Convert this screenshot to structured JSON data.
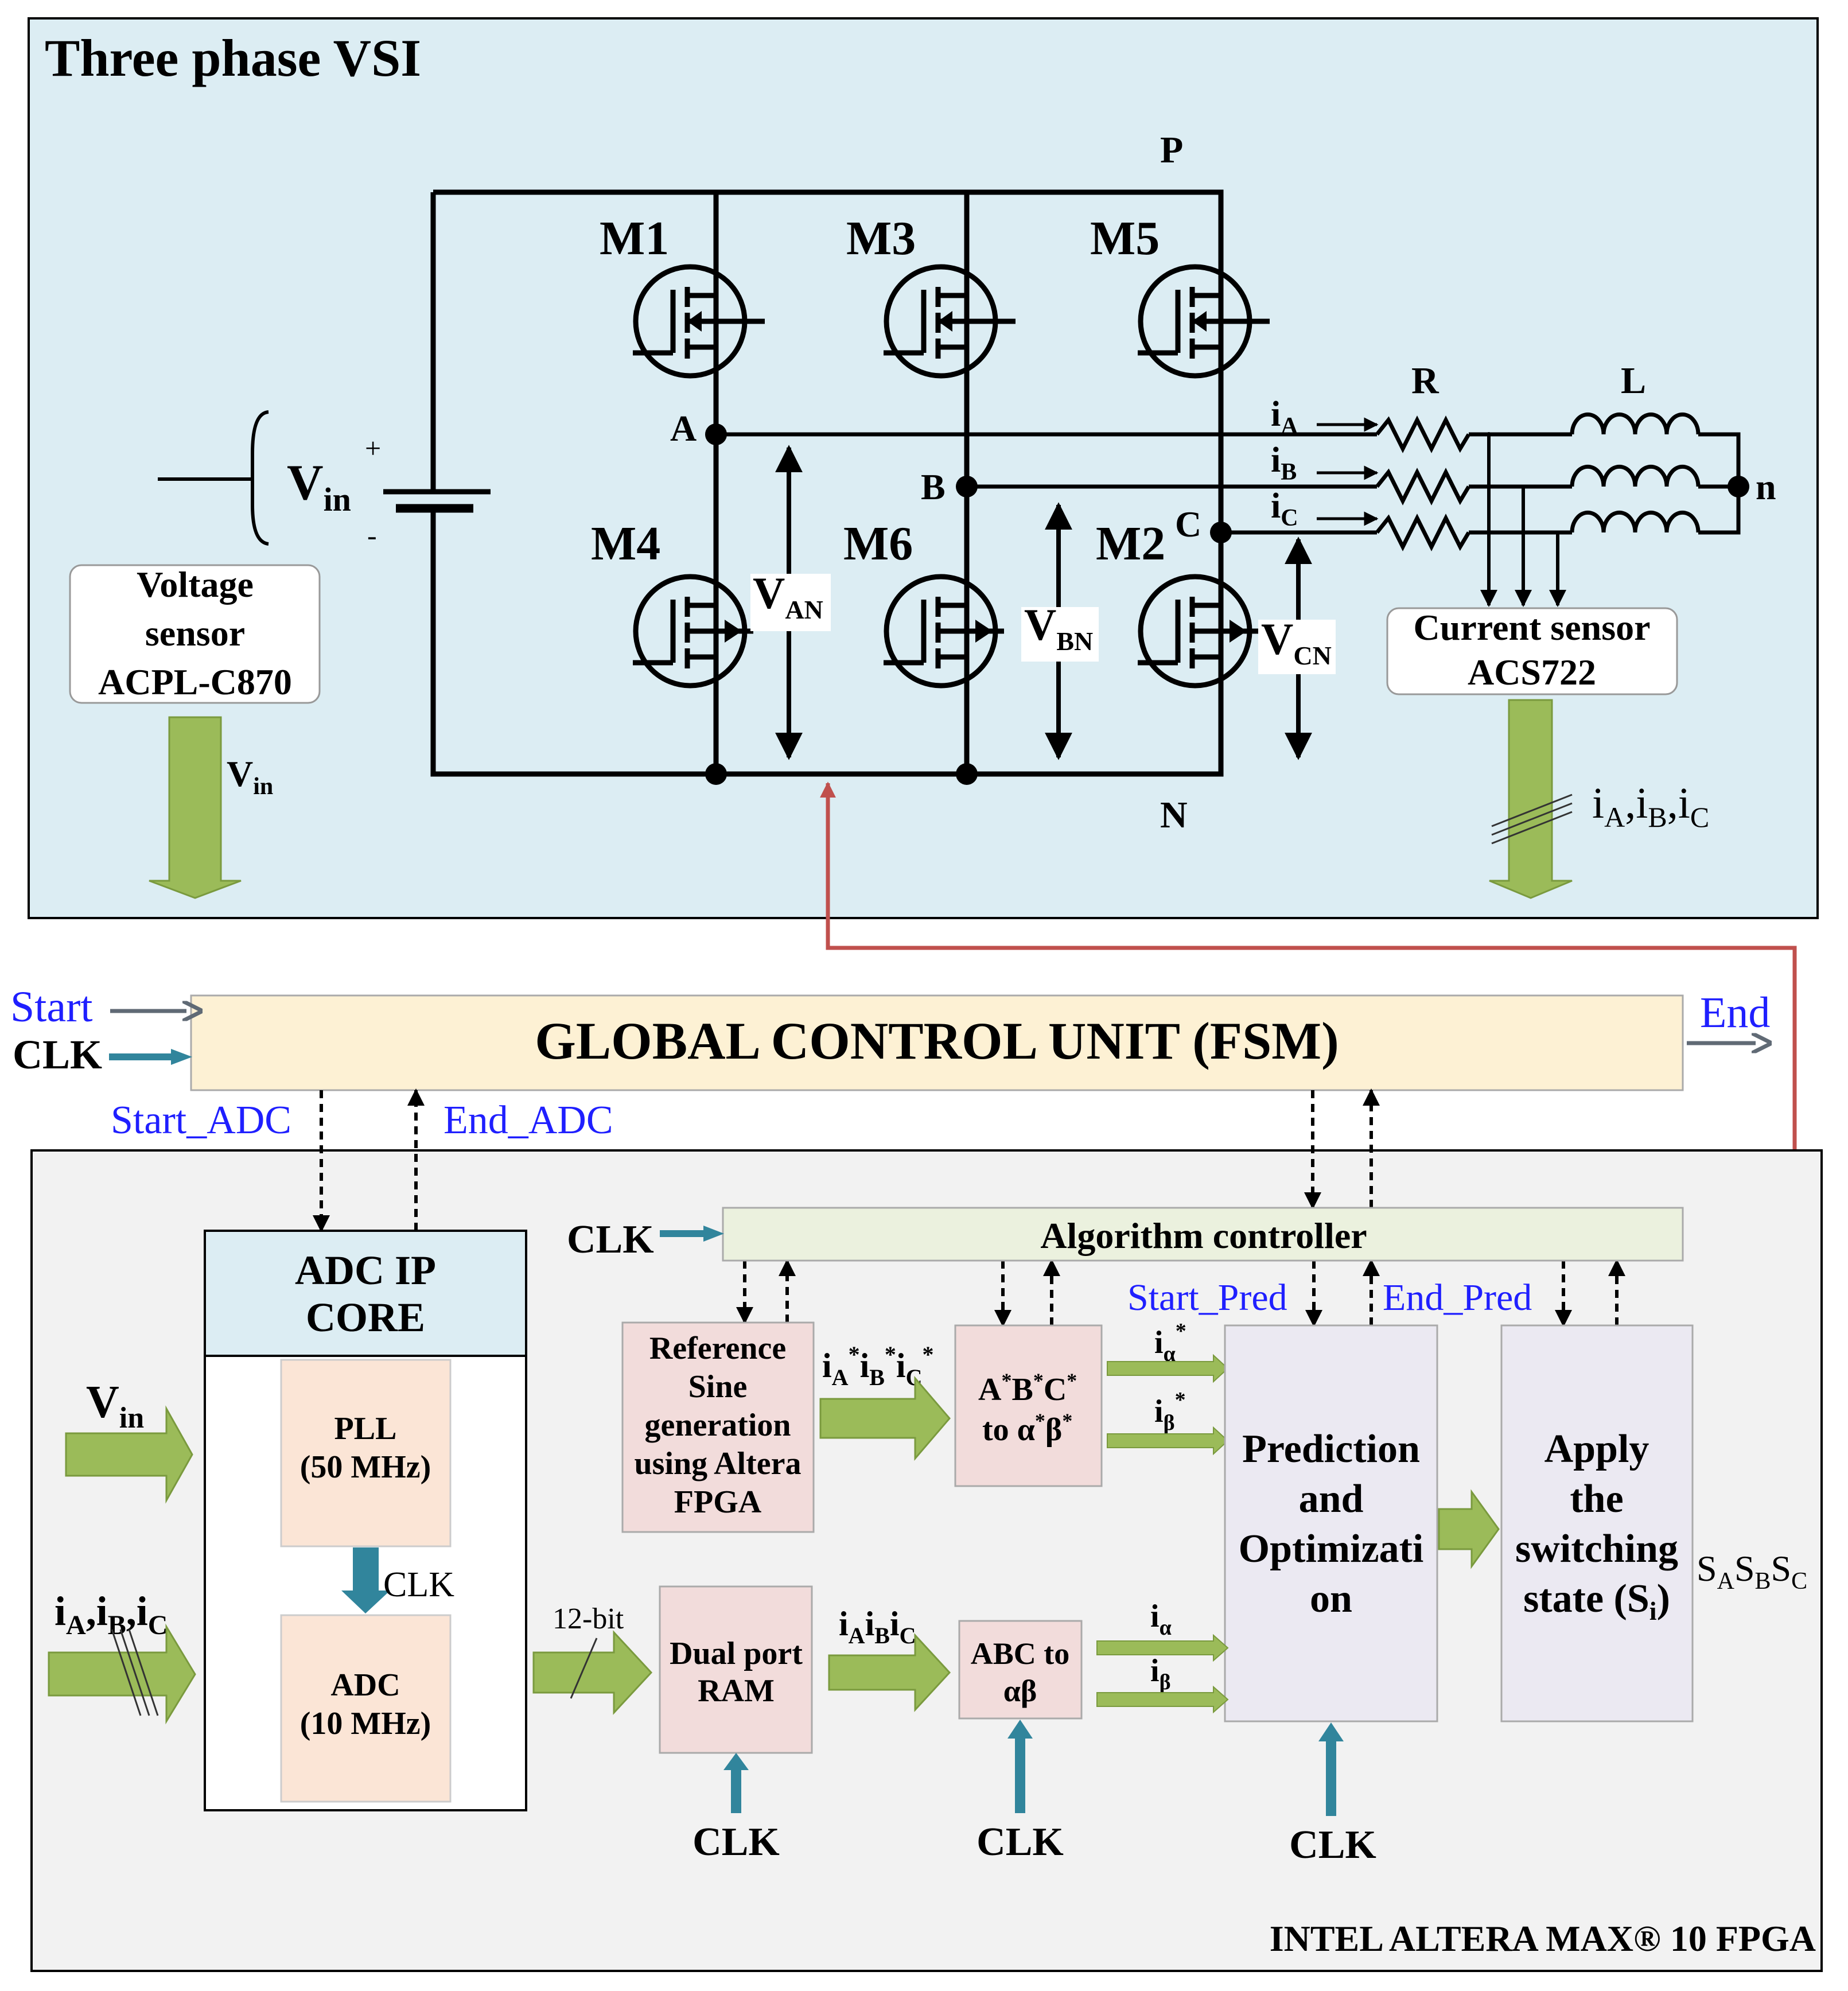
{
  "vsi": {
    "title": "Three phase VSI",
    "node_p": "P",
    "node_n": "N",
    "node_a": "A",
    "node_b": "B",
    "node_c": "C",
    "node_neutral": "n",
    "switches": [
      "M1",
      "M3",
      "M5",
      "M4",
      "M6",
      "M2"
    ],
    "vin_symbol": "V",
    "vin_sub": "in",
    "plus": "+",
    "minus": "-",
    "van_main": "V",
    "van_sub": "AN",
    "vbn_main": "V",
    "vbn_sub": "BN",
    "vcn_main": "V",
    "vcn_sub": "CN",
    "r_label": "R",
    "l_label": "L",
    "ia_main": "i",
    "ia_sub": "A",
    "ib_main": "i",
    "ib_sub": "B",
    "ic_main": "i",
    "ic_sub": "C",
    "voltage_sensor": [
      "Voltage",
      "sensor",
      "ACPL-C870"
    ],
    "voltage_sensor_out_main": "V",
    "voltage_sensor_out_sub": "in",
    "current_sensor": [
      "Current sensor",
      "ACS722"
    ],
    "current_out": {
      "i1": "i",
      "s1": "A",
      "sep1": ",",
      "i2": "i",
      "s2": "B",
      "sep2": ",",
      "i3": "i",
      "s3": "C"
    }
  },
  "gcu": {
    "title": "GLOBAL CONTROL UNIT (FSM)",
    "start": "Start",
    "clk": "CLK",
    "end": "End",
    "start_adc": "Start_ADC",
    "end_adc": "End_ADC"
  },
  "fpga": {
    "label": "INTEL ALTERA MAX® 10 FPGA",
    "adc_core": [
      "ADC IP",
      "CORE"
    ],
    "pll": [
      "PLL",
      "(50 MHz)"
    ],
    "pll_clk": "CLK",
    "adc": [
      "ADC",
      "(10 MHz)"
    ],
    "vin_main": "V",
    "vin_sub": "in",
    "iabc_in": {
      "i1": "i",
      "s1": "A",
      "sep1": ",",
      "i2": "i",
      "s2": "B",
      "sep2": ",",
      "i3": "i",
      "s3": "C"
    },
    "bits": "12-bit",
    "algo_clk": "CLK",
    "algorithm_controller": "Algorithm controller",
    "ref_sine": [
      "Reference",
      "Sine",
      "generation",
      "using Altera",
      "FPGA"
    ],
    "ref_out": {
      "i1": "i",
      "s1": "A",
      "p1": "*",
      "i2": "i",
      "s2": "B",
      "p2": "*",
      "i3": "i",
      "s3": "C",
      "p3": "*"
    },
    "abc_star": {
      "l1a": "A",
      "l1b": "B",
      "l1c": "C",
      "star": "*",
      "l2": "to α",
      "l2b": "β"
    },
    "ialpha_star": {
      "main": "i",
      "sub": "α",
      "sup": "*"
    },
    "ibeta_star": {
      "main": "i",
      "sub": "β",
      "sup": "*"
    },
    "start_pred": "Start_Pred",
    "end_pred": "End_Pred",
    "prediction": [
      "Prediction",
      "and",
      "Optimizati",
      "on"
    ],
    "apply": [
      "Apply",
      "the",
      "switching",
      "state (S",
      "i",
      ")"
    ],
    "sabc": {
      "s1": "S",
      "a": "A",
      "s2": "S",
      "b": "B",
      "s3": "S",
      "c": "C"
    },
    "dual_ram": [
      "Dual port",
      "RAM"
    ],
    "ram_out": {
      "i1": "i",
      "s1": "A",
      "i2": "i",
      "s2": "B",
      "i3": "i",
      "s3": "C"
    },
    "abc_ab": [
      "ABC to",
      "αβ"
    ],
    "ialpha": {
      "main": "i",
      "sub": "α"
    },
    "ibeta": {
      "main": "i",
      "sub": "β"
    },
    "clk_ram": "CLK",
    "clk_abc": "CLK",
    "clk_pred": "CLK"
  },
  "colors": {
    "vsi_bg": "#dcedf3",
    "gcu_bg": "#fdf1d4",
    "fpga_bg": "#f2f2f2",
    "algo_bg": "#ebf1de",
    "adc_head_bg": "#dcedf3",
    "pll_bg": "#fbe5d6",
    "pink_bg": "#f2dcdb",
    "pred_bg": "#ebe9f2",
    "green_arrow": "#9bbb59",
    "teal_arrow": "#31859c",
    "red_line": "#c0504d",
    "blue_text": "#1f1fff"
  }
}
